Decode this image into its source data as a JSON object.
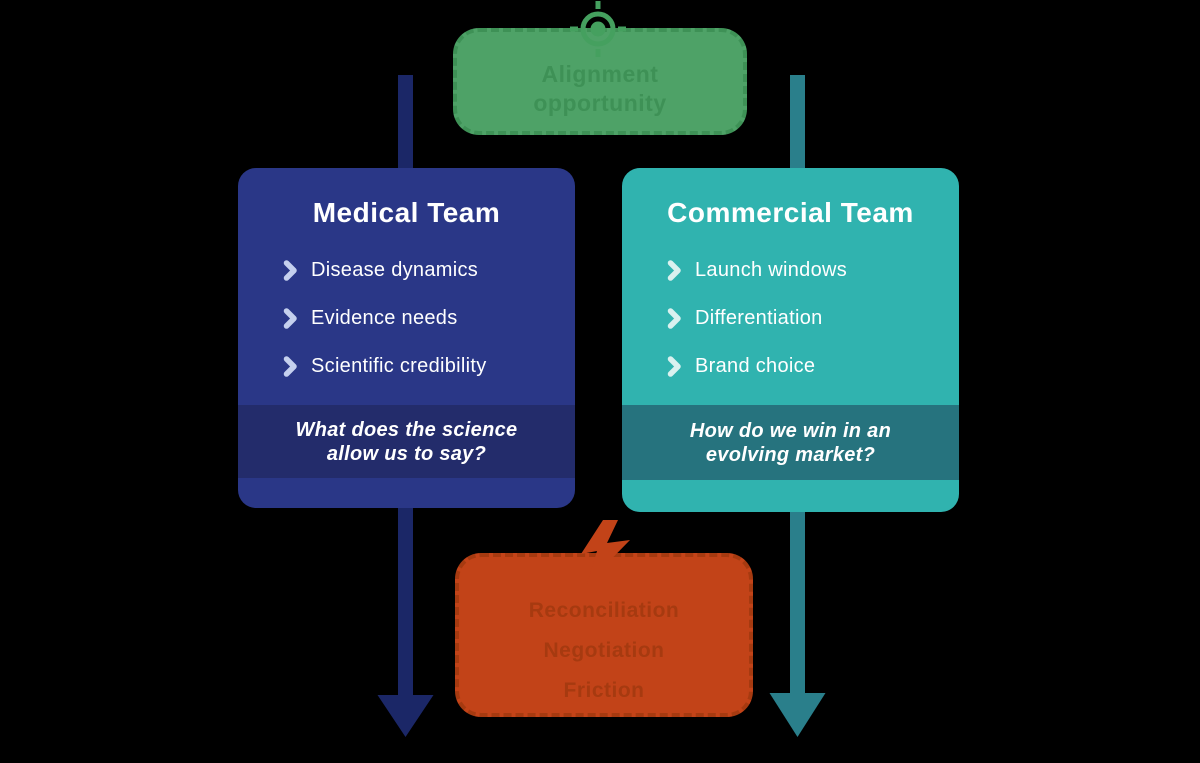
{
  "colors": {
    "background": "#000000",
    "medical_fill": "#2A3787",
    "medical_band": "#232C6B",
    "medical_arrow": "#1B2767",
    "commercial_fill": "#30B3AF",
    "commercial_band": "#26737E",
    "commercial_arrow": "#2A7F8B",
    "alignment_fill": "#4EA267",
    "alignment_accent": "#3E9156",
    "friction_fill": "#C24318",
    "friction_accent": "#A63A10"
  },
  "alignment_box": {
    "label": "Alignment opportunity",
    "icon": "target-icon"
  },
  "teams": [
    {
      "name": "Medical Team",
      "items": [
        "Disease dynamics",
        "Evidence needs",
        "Scientific credibility"
      ],
      "question": "What does the science allow us to say?",
      "bullet_icon": "chevron-right-icon"
    },
    {
      "name": "Commercial Team",
      "items": [
        "Launch windows",
        "Differentiation",
        "Brand choice"
      ],
      "question": "How do we win in an evolving market?",
      "bullet_icon": "chevron-right-icon"
    }
  ],
  "friction_box": {
    "lines": [
      "Reconciliation",
      "Negotiation",
      "Friction"
    ],
    "icon": "lightning-icon"
  }
}
